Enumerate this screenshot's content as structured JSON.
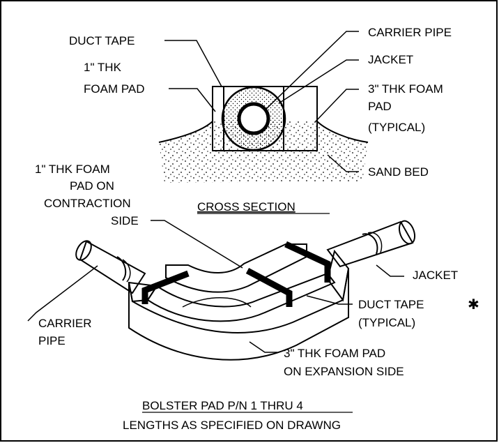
{
  "cross_section": {
    "title": "CROSS SECTION",
    "labels": {
      "duct_tape": "DUCT TAPE",
      "foam_1in_a": "1\" THK",
      "foam_1in_b": "FOAM PAD",
      "carrier_pipe": "CARRIER PIPE",
      "jacket": "JACKET",
      "foam_3in_a": "3\" THK FOAM",
      "foam_3in_b": "PAD",
      "foam_3in_c": "(TYPICAL)",
      "sand_bed": "SAND BED"
    }
  },
  "bolster": {
    "labels": {
      "contraction_a": "1\" THK FOAM",
      "contraction_b": "PAD ON",
      "contraction_c": "CONTRACTION",
      "contraction_d": "SIDE",
      "jacket": "JACKET",
      "duct_tape": "DUCT TAPE",
      "asterisk": "✱",
      "typical": "(TYPICAL)",
      "carrier_a": "CARRIER",
      "carrier_b": "PIPE",
      "expansion_a": "3\" THK FOAM PAD",
      "expansion_b": "ON EXPANSION SIDE"
    }
  },
  "footer": {
    "title": "BOLSTER PAD P/N 1 THRU 4",
    "note": "LENGTHS AS SPECIFIED ON DRAWNG"
  },
  "colors": {
    "ink": "#000000",
    "paper": "#ffffff"
  }
}
